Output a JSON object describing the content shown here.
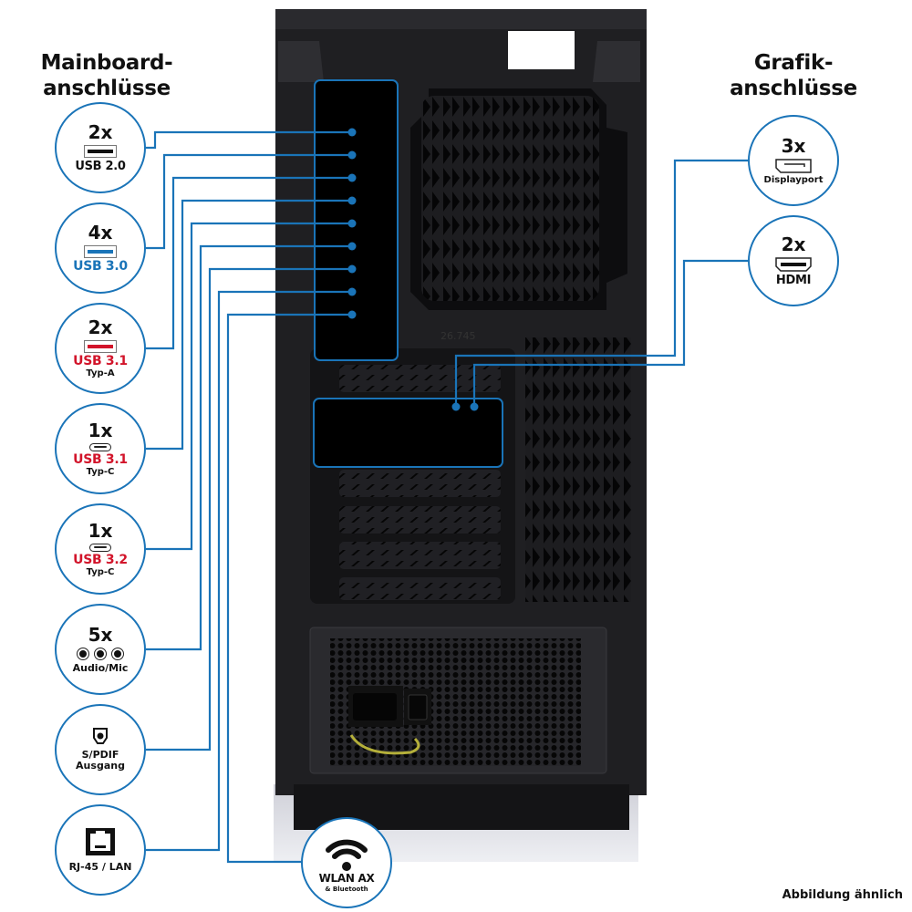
{
  "headings": {
    "mainboard": [
      "Mainboard-",
      "anschlüsse"
    ],
    "grafik": [
      "Grafik-",
      "anschlüsse"
    ]
  },
  "mainboard_ports": [
    {
      "count": "2x",
      "label": "USB 2.0",
      "icon": "usb-a-icon",
      "color": "#111111"
    },
    {
      "count": "4x",
      "label": "USB 3.0",
      "icon": "usb-a-icon",
      "color": "#1a74b8"
    },
    {
      "count": "2x",
      "label": "USB 3.1",
      "sub": "Typ-A",
      "icon": "usb-a-icon",
      "color": "#d2142a"
    },
    {
      "count": "1x",
      "label": "USB 3.1",
      "sub": "Typ-C",
      "icon": "usb-c-icon",
      "color": "#d2142a"
    },
    {
      "count": "1x",
      "label": "USB 3.2",
      "sub": "Typ-C",
      "icon": "usb-c-icon",
      "color": "#d2142a"
    },
    {
      "count": "5x",
      "label": "Audio/Mic",
      "icon": "audio-jack-icon"
    },
    {
      "label": "S/PDIF",
      "sub": "Ausgang",
      "icon": "spdif-icon"
    },
    {
      "label": "RJ-45 / LAN",
      "icon": "rj45-icon"
    }
  ],
  "wifi": {
    "label": "WLAN AX",
    "sub": "& Bluetooth",
    "icon": "wifi-icon"
  },
  "graphics_ports": [
    {
      "count": "3x",
      "label": "Displayport",
      "icon": "displayport-icon"
    },
    {
      "count": "2x",
      "label": "HDMI",
      "icon": "hdmi-icon"
    }
  ],
  "case_label": "26.745",
  "footer": "Abbildung ähnlich",
  "colors": {
    "accent": "#1a74b8",
    "red": "#d2142a"
  }
}
